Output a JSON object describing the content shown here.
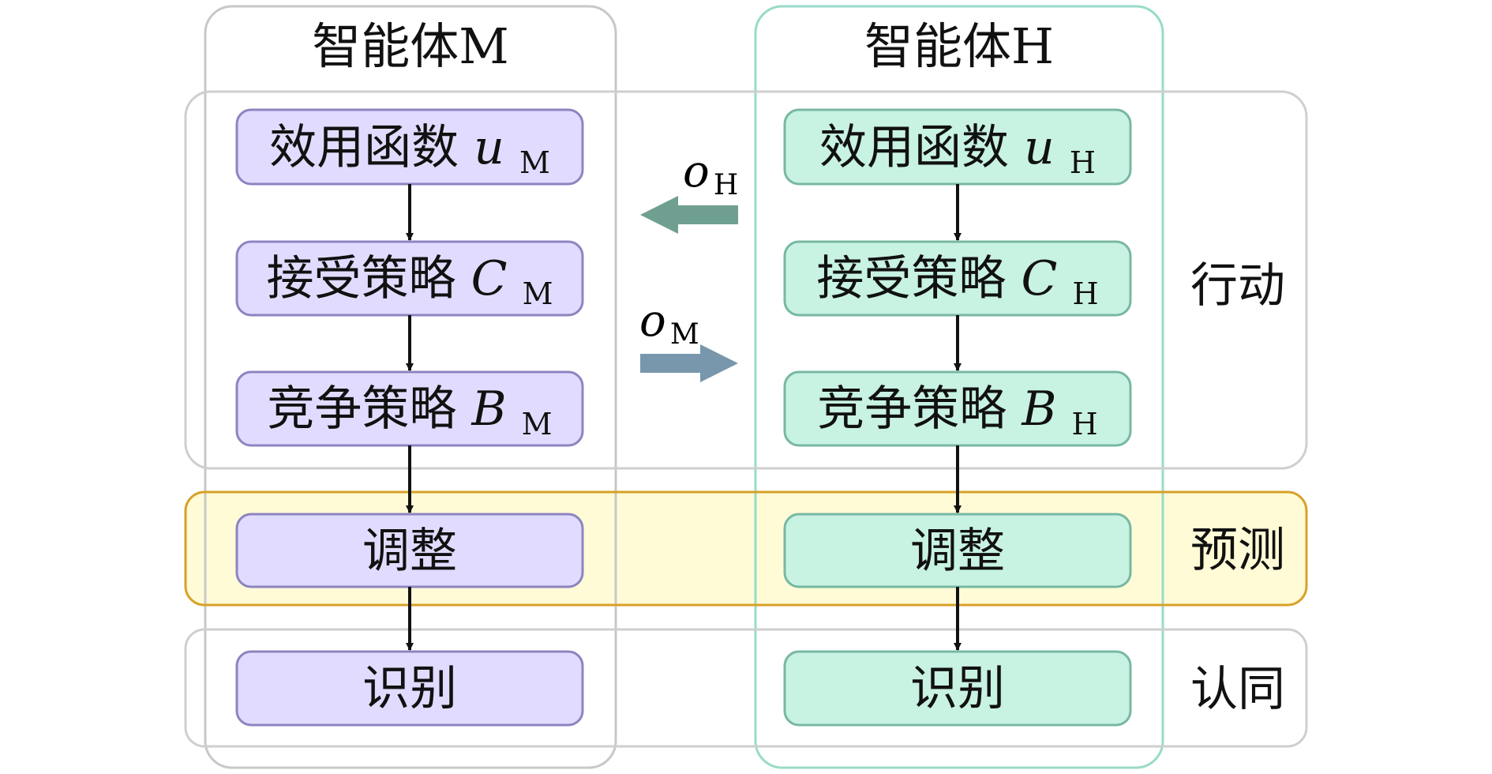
{
  "agents": {
    "m": {
      "title": "智能体M",
      "utility": {
        "label": "效用函数",
        "symbol": "u",
        "subscript": "M"
      },
      "acceptance": {
        "label": "接受策略",
        "symbol": "C",
        "subscript": "M"
      },
      "competition": {
        "label": "竞争策略",
        "symbol": "B",
        "subscript": "M"
      },
      "adjustment": {
        "label": "调整"
      },
      "identification": {
        "label": "识别"
      }
    },
    "h": {
      "title": "智能体H",
      "utility": {
        "label": "效用函数",
        "symbol": "u",
        "subscript": "H"
      },
      "acceptance": {
        "label": "接受策略",
        "symbol": "C",
        "subscript": "H"
      },
      "competition": {
        "label": "竞争策略",
        "symbol": "B",
        "subscript": "H"
      },
      "adjustment": {
        "label": "调整"
      },
      "identification": {
        "label": "识别"
      }
    }
  },
  "messages": {
    "oh": {
      "symbol": "o",
      "subscript": "H"
    },
    "om": {
      "symbol": "o",
      "subscript": "M"
    }
  },
  "bands": {
    "action": {
      "label": "行动"
    },
    "prediction": {
      "label": "预测"
    },
    "identity": {
      "label": "认同"
    }
  },
  "colors": {
    "m_box_fill": "#e1dcff",
    "m_box_stroke": "#8d84c0",
    "h_box_fill": "#c8f2e2",
    "h_box_stroke": "#78b8a3",
    "m_column_stroke": "#c8c8c8",
    "h_column_stroke": "#98dbc8",
    "band_stroke": "#cfcfcf",
    "prediction_fill": "#fffbd6",
    "prediction_stroke": "#d7a126",
    "oh_arrow": "#6f9f91",
    "om_arrow": "#7897ad",
    "text": "#111111"
  }
}
